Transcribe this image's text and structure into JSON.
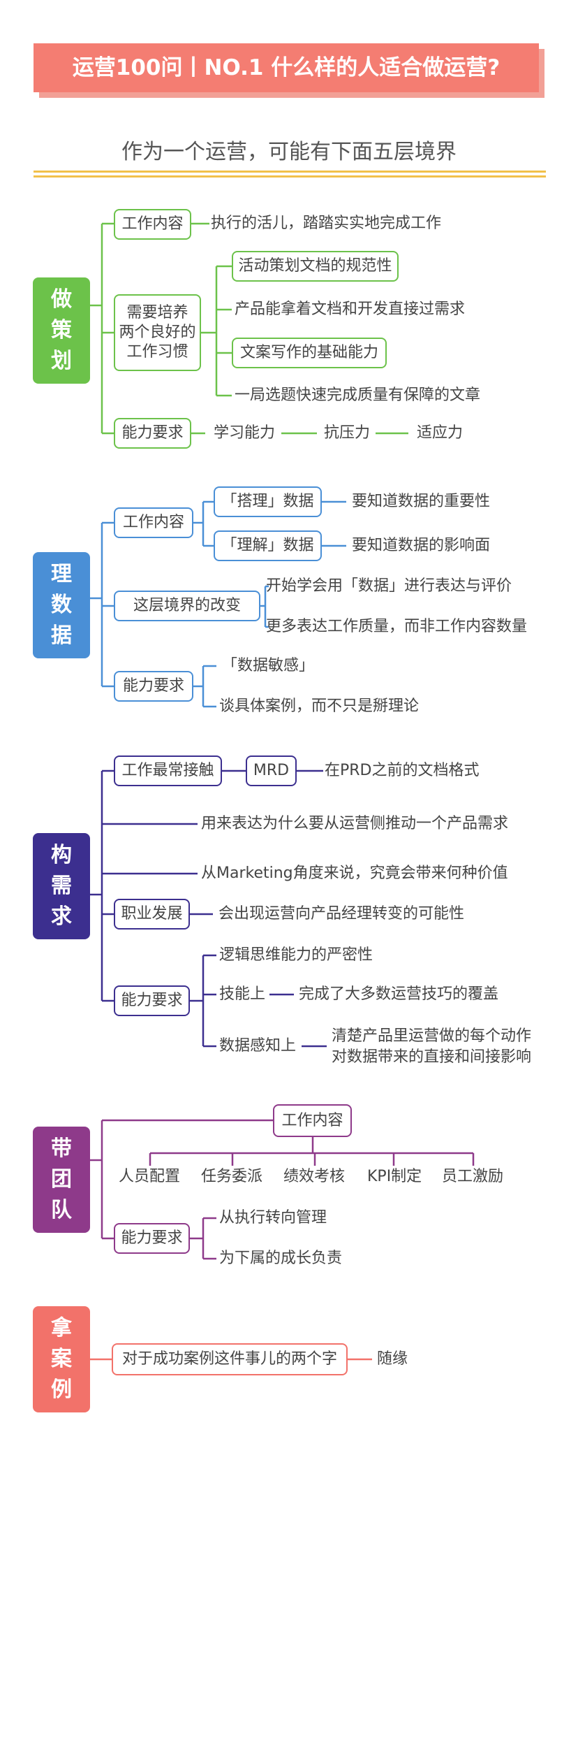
{
  "header": {
    "title": "运营100问丨NO.1   什么样的人适合做运营?"
  },
  "subtitle": "作为一个运营，可能有下面五层境界",
  "colors": {
    "green": "#6cc24a",
    "blue": "#4a8fd6",
    "navy": "#3c2f8f",
    "purple": "#8e3a8a",
    "coral": "#f2726a",
    "header": "#f47d72",
    "rule": "#f1c04a"
  },
  "sections": {
    "s1": {
      "badge": [
        "做",
        "策",
        "划"
      ],
      "work": "工作内容",
      "work_desc": "执行的活儿，踏踏实实地完成工作",
      "habits": [
        "需要培养",
        "两个良好的",
        "工作习惯"
      ],
      "habit1": "活动策划文档的规范性",
      "habit1_desc": "产品能拿着文档和开发直接过需求",
      "habit2": "文案写作的基础能力",
      "habit2_desc": "一局选题快速完成质量有保障的文章",
      "ability": "能力要求",
      "ability_items": [
        "学习能力",
        "抗压力",
        "适应力"
      ]
    },
    "s2": {
      "badge": [
        "理",
        "数",
        "据"
      ],
      "work": "工作内容",
      "data1": "「搭理」数据",
      "data1_desc": "要知道数据的重要性",
      "data2": "「理解」数据",
      "data2_desc": "要知道数据的影响面",
      "change": "这层境界的改变",
      "change_items": [
        "开始学会用「数据」进行表达与评价",
        "更多表达工作质量，而非工作内容数量"
      ],
      "ability": "能力要求",
      "ability_items": [
        "「数据敏感」",
        "谈具体案例，而不只是掰理论"
      ]
    },
    "s3": {
      "badge": [
        "构",
        "需",
        "求"
      ],
      "contact": "工作最常接触",
      "mrd": "MRD",
      "mrd_desc": "在PRD之前的文档格式",
      "line1": "用来表达为什么要从运营侧推动一个产品需求",
      "line2": "从Marketing角度来说，究竟会带来何种价值",
      "career": "职业发展",
      "career_desc": "会出现运营向产品经理转变的可能性",
      "ability": "能力要求",
      "logic": "逻辑思维能力的严密性",
      "skill": "技能上",
      "skill_desc": "完成了大多数运营技巧的覆盖",
      "data_sense": "数据感知上",
      "data_sense_desc": [
        "清楚产品里运营做的每个动作",
        "对数据带来的直接和间接影响"
      ]
    },
    "s4": {
      "badge": [
        "带",
        "团",
        "队"
      ],
      "work": "工作内容",
      "work_items": [
        "人员配置",
        "任务委派",
        "绩效考核",
        "KPI制定",
        "员工激励"
      ],
      "ability": "能力要求",
      "ability_items": [
        "从执行转向管理",
        "为下属的成长负责"
      ]
    },
    "s5": {
      "badge": [
        "拿",
        "案",
        "例"
      ],
      "item": "对于成功案例这件事儿的两个字",
      "item_desc": "随缘"
    }
  }
}
